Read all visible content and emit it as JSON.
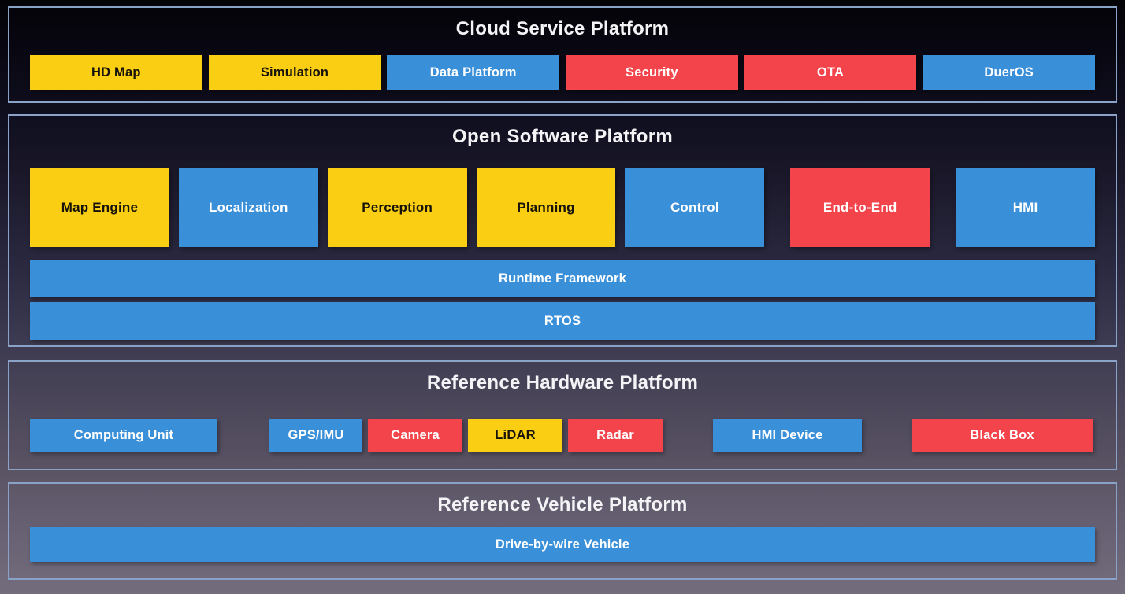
{
  "palette": {
    "yellow": "#F9CE13",
    "blue": "#3A8FD9",
    "red": "#F2444A",
    "border": "#8BA2C8"
  },
  "sections": {
    "cloud": {
      "title": "Cloud Service Platform",
      "boxes": [
        {
          "label": "HD Map",
          "color": "yellow"
        },
        {
          "label": "Simulation",
          "color": "yellow"
        },
        {
          "label": "Data Platform",
          "color": "blue"
        },
        {
          "label": "Security",
          "color": "red"
        },
        {
          "label": "OTA",
          "color": "red"
        },
        {
          "label": "DuerOS",
          "color": "blue"
        }
      ]
    },
    "software": {
      "title": "Open Software Platform",
      "modules": [
        {
          "label": "Map Engine",
          "color": "yellow"
        },
        {
          "label": "Localization",
          "color": "blue"
        },
        {
          "label": "Perception",
          "color": "yellow"
        },
        {
          "label": "Planning",
          "color": "yellow"
        },
        {
          "label": "Control",
          "color": "blue"
        },
        {
          "label": "End-to-End",
          "color": "red"
        },
        {
          "label": "HMI",
          "color": "blue"
        }
      ],
      "bars": [
        {
          "label": "Runtime Framework",
          "color": "blue"
        },
        {
          "label": "RTOS",
          "color": "blue"
        }
      ]
    },
    "hardware": {
      "title": "Reference Hardware Platform",
      "boxes": [
        {
          "label": "Computing Unit",
          "color": "blue"
        },
        {
          "label": "GPS/IMU",
          "color": "blue"
        },
        {
          "label": "Camera",
          "color": "red"
        },
        {
          "label": "LiDAR",
          "color": "yellow"
        },
        {
          "label": "Radar",
          "color": "red"
        },
        {
          "label": "HMI Device",
          "color": "blue"
        },
        {
          "label": "Black Box",
          "color": "red"
        }
      ]
    },
    "vehicle": {
      "title": "Reference Vehicle Platform",
      "bar": {
        "label": "Drive-by-wire Vehicle",
        "color": "blue"
      }
    }
  }
}
